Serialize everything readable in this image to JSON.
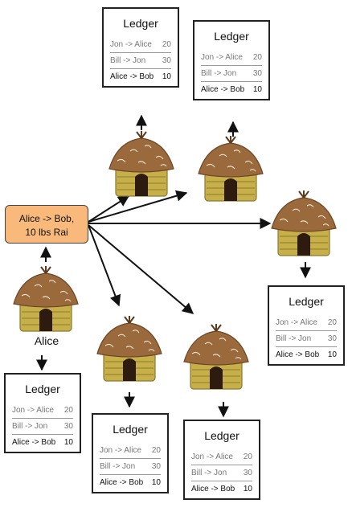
{
  "message": {
    "line1": "Alice -> Bob,",
    "line2": "10 lbs Rai"
  },
  "alice_label": "Alice",
  "ledger_title": "Ledger",
  "ledger_rows": [
    {
      "desc": "Jon -> Alice",
      "amount": "20"
    },
    {
      "desc": "Bill -> Jon",
      "amount": "30"
    },
    {
      "desc": "Alice -> Bob",
      "amount": "10"
    }
  ],
  "hut_colors": {
    "thatch": "#c7b04a",
    "thatch_dark": "#8a7a2e",
    "roof": "#9b6a3c",
    "roof_dark": "#6e4626",
    "door": "#2e1b0f"
  },
  "message_color": "#f8b97a"
}
